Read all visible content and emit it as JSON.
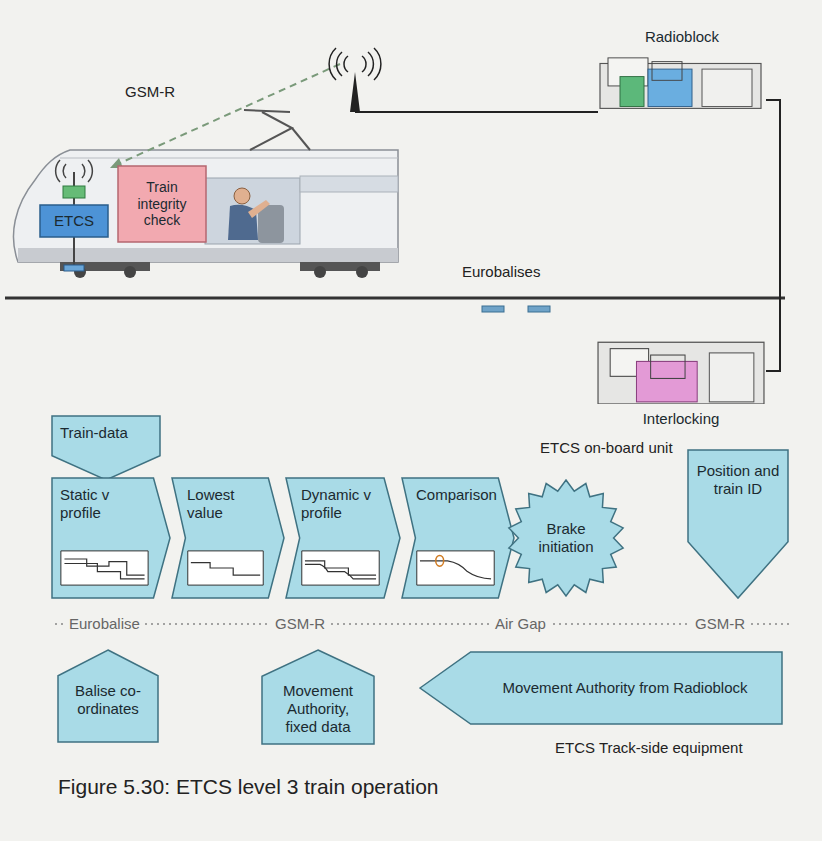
{
  "diagram": {
    "caption": "Figure 5.30: ETCS level 3 train operation",
    "nodes": [
      {
        "text": [
          "ETCS"
        ]
      },
      {
        "text": [
          "Train integrity check"
        ]
      },
      {
        "text": [
          "Radioblock"
        ]
      },
      {
        "text": [
          "Interlocking"
        ]
      },
      {
        "text": [
          "Train-data"
        ]
      },
      {
        "text": [
          "Static v profile"
        ]
      },
      {
        "text": [
          "Lowest value"
        ]
      },
      {
        "text": [
          "Dynamic v profile"
        ]
      },
      {
        "text": [
          "Comparison"
        ]
      },
      {
        "text": [
          "Brake initiation"
        ]
      },
      {
        "text": [
          "Position and train ID"
        ]
      },
      {
        "text": [
          "Balise co-ordinates"
        ]
      },
      {
        "text": [
          "Movement Authority, fixed data"
        ]
      },
      {
        "text": [
          "Movement Authority from Radioblock"
        ]
      }
    ],
    "edges": [
      {
        "from": 2,
        "to": 3,
        "arrow": "none"
      }
    ],
    "labels": [
      "GSM-R",
      "Eurobalises",
      "ETCS on-board unit",
      "Eurobalise",
      "GSM-R",
      "Air Gap",
      "GSM-R",
      "ETCS Track-side equipment"
    ]
  }
}
